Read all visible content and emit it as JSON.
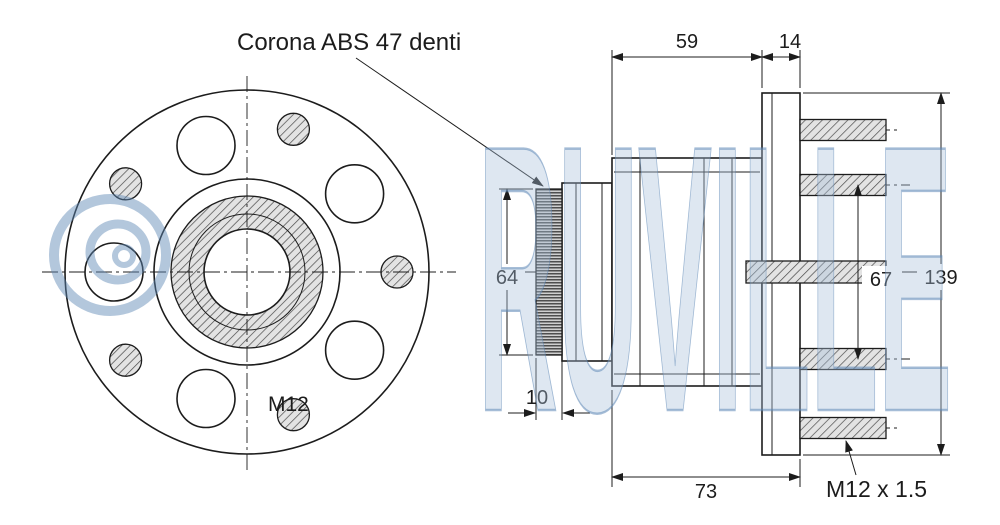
{
  "diagram": {
    "watermark_text": "RUVILLE",
    "annotations": {
      "abs_ring": "Corona ABS 47 denti",
      "hub_bolt": "M12",
      "stud_thread": "M12 x 1.5"
    },
    "dimensions": {
      "bearing_width": "59",
      "flange_thickness": "14",
      "abs_ring_diameter": "64",
      "pilot_diameter": "67",
      "flange_diameter": "139",
      "abs_ring_width": "10",
      "hub_width": "73"
    },
    "colors": {
      "line": "#1c1c1c",
      "background": "#ffffff",
      "watermark_fill": "#a9c2dc",
      "watermark_stroke": "#5d87b5",
      "hatch_bg": "#e3e3e3"
    }
  }
}
